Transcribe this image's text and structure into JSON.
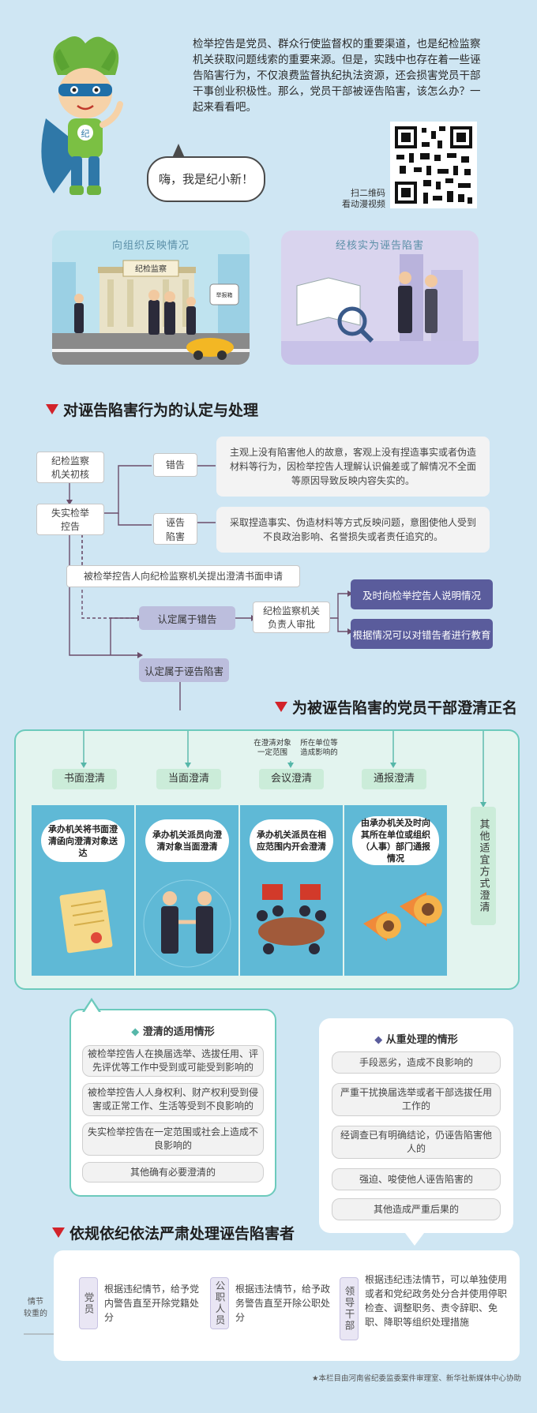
{
  "intro": {
    "paragraph": "检举控告是党员、群众行使监督权的重要渠道，也是纪检监察机关获取问题线索的重要来源。但是，实践中也存在着一些诬告陷害行为，不仅浪费监督执纪执法资源，还会损害党员干部干事创业积极性。那么，党员干部被诬告陷害，该怎么办？一起来看看吧。",
    "greeting": "嗨，我是纪小新！",
    "qr_label": "扫二维码\n看动漫视频",
    "mascot_badge": "纪"
  },
  "scenes": [
    {
      "title": "向组织反映情况",
      "sign": "纪检监察",
      "sign2": "举报箱"
    },
    {
      "title": "经核实为诬告陷害"
    }
  ],
  "section1": {
    "title": "对诬告陷害行为的认定与处理",
    "initial": "纪检监察\n机关初核",
    "untrue": "失实检举\n控告",
    "mistake": "错告",
    "mistake_desc": "主观上没有陷害他人的故意，客观上没有捏造事实或者伪造材料等行为，因检举控告人理解认识偏差或了解情况不全面等原因导致反映内容失实的。",
    "frame": "诬告\n陷害",
    "frame_desc": "采取捏造事实、伪造材料等方式反映问题，意图使他人受到不良政治影响、名誉损失或者责任追究的。",
    "application": "被检举控告人向纪检监察机关提出澄清书面申请",
    "deemed_mistake": "认定属于错告",
    "leader_review": "纪检监察机关\n负责人审批",
    "explain": "及时向检举控告人说明情况",
    "educate": "根据情况可以对错告者进行教育",
    "deemed_frame": "认定属于诬告陷害"
  },
  "section2": {
    "title": "为被诬告陷害的党员干部澄清正名",
    "note1": "在澄清对象\n一定范围",
    "note2": "所在单位等\n造成影响的",
    "methods": [
      {
        "label": "书面澄清",
        "desc": "承办机关将书面澄清函向澄清对象送达"
      },
      {
        "label": "当面澄清",
        "desc": "承办机关派员向澄清对象当面澄清"
      },
      {
        "label": "会议澄清",
        "desc": "承办机关派员在相应范围内开会澄清"
      },
      {
        "label": "通报澄清",
        "desc": "由承办机关及时向其所在单位或组织（人事）部门通报情况"
      }
    ],
    "other": "其他适宜方式澄清"
  },
  "clarify_card": {
    "title": "澄清的适用情形",
    "items": [
      "被检举控告人在换届选举、选拔任用、评先评优等工作中受到或可能受到影响的",
      "被检举控告人人身权利、财产权利受到侵害或正常工作、生活等受到不良影响的",
      "失实检举控告在一定范围或社会上造成不良影响的",
      "其他确有必要澄清的"
    ]
  },
  "severe_card": {
    "title": "从重处理的情形",
    "items": [
      "手段恶劣，造成不良影响的",
      "严重干扰换届选举或者干部选拔任用工作的",
      "经调查已有明确结论，仍诬告陷害他人的",
      "强迫、唆使他人诬告陷害的",
      "其他造成严重后果的"
    ]
  },
  "section3": {
    "title": "依规依纪依法严肃处理诬告陷害者",
    "side_note": "情节\n较重的",
    "groups": [
      {
        "label": "党员",
        "text": "根据违纪情节，给予党内警告直至开除党籍处分"
      },
      {
        "label": "公职人员",
        "text": "根据违法情节，给予政务警告直至开除公职处分"
      },
      {
        "label": "领导干部",
        "text": "根据违纪违法情节，可以单独使用或者和党纪政务处分合并使用停职检查、调整职务、责令辞职、免职、降职等组织处理措施"
      }
    ]
  },
  "footer": "★本栏目由河南省纪委监委案件审理室、新华社新媒体中心协助"
}
